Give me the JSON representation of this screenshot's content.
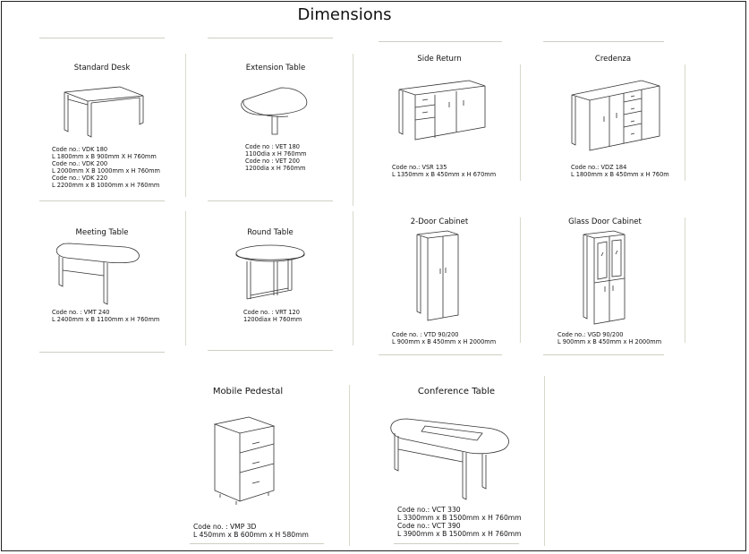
{
  "page": {
    "title": "Dimensions"
  },
  "products": [
    {
      "id": "standard-desk",
      "name": "Standard Desk",
      "specs": [
        "Code no.: VDK 180",
        "L 1800mm x B 900mm X H 760mm",
        "Code no.: VDK 200",
        "L 2000mm X B 1000mm x H 760mm",
        "Code no.: VDK 220",
        "L 2200mm x B 1000mm x H 760mm"
      ]
    },
    {
      "id": "extension-table",
      "name": "Extension Table",
      "specs": [
        "Code no : VET 180",
        "110Odia x  H 760mm",
        "Code no : VET 200",
        "1200dia x  H 760mm"
      ]
    },
    {
      "id": "side-return",
      "name": "Side Return",
      "specs": [
        "Code no.: VSR 135",
        "L 1350mm x B 450mm x H 670mm"
      ]
    },
    {
      "id": "credenza",
      "name": "Credenza",
      "specs": [
        "Code no.: VDZ 184",
        "L 1800mm x B 450mm x H 760m"
      ]
    },
    {
      "id": "meeting-table",
      "name": "Meeting Table",
      "specs": [
        "Code no. : VMT 240",
        "L 2400mm x B 1100mm x H 760mm"
      ]
    },
    {
      "id": "round-table",
      "name": "Round Table",
      "specs": [
        "Code no. : VRT 120",
        "1200diax H 760mm"
      ]
    },
    {
      "id": "two-door-cabinet",
      "name": "2-Door Cabinet",
      "specs": [
        "Code no. : VTD 90/200",
        "L 900mm x B 450mm x H 2000mm"
      ]
    },
    {
      "id": "glass-door-cabinet",
      "name": "Glass Door Cabinet",
      "specs": [
        "Code no.: VGD 90/200",
        "L 900mm x B 450mm x H 2000mm"
      ]
    },
    {
      "id": "mobile-pedestal",
      "name": "Mobile Pedestal",
      "specs": [
        "Code no. : VMP 3D",
        "L 450mm x B 600mm x H 580mm"
      ]
    },
    {
      "id": "conference-table",
      "name": "Conference Table",
      "specs": [
        "Code no.: VCT 330",
        "L 3300mm x B 1500mm x H 760mm",
        "Code no.: VCT 390",
        "L 3900mm x B 1500mm x H 760mm"
      ]
    }
  ]
}
